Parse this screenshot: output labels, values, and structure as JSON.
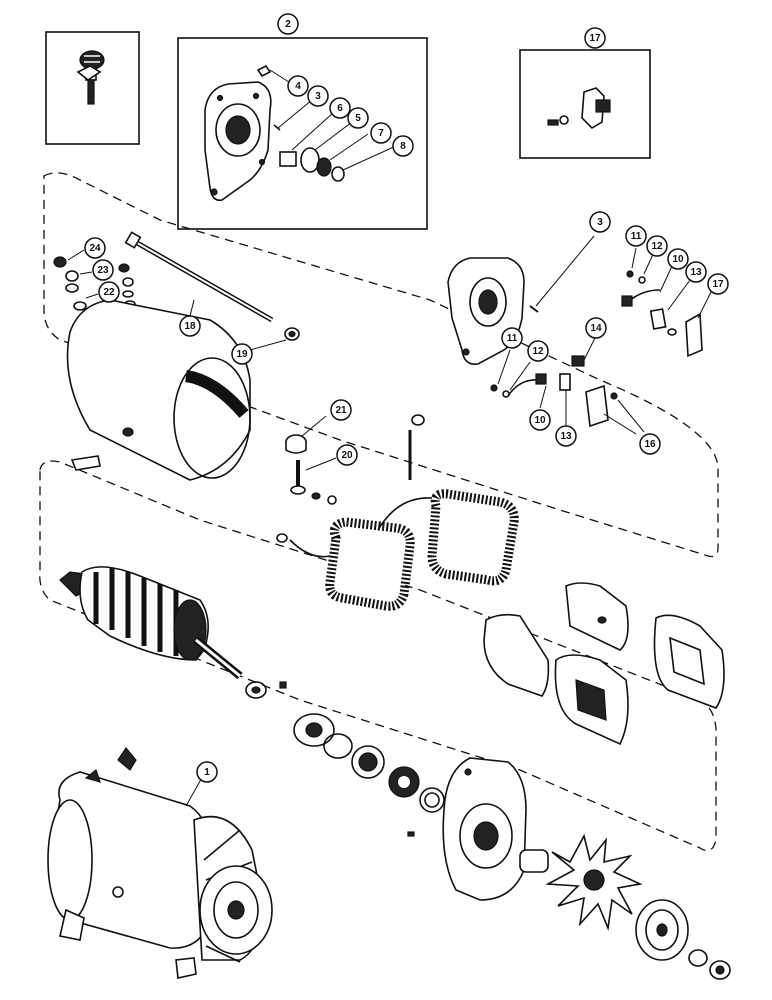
{
  "callouts": [
    {
      "id": "c1",
      "text": "1"
    },
    {
      "id": "c2",
      "text": "2"
    },
    {
      "id": "c3a",
      "text": "3"
    },
    {
      "id": "c4",
      "text": "4"
    },
    {
      "id": "c5",
      "text": "5"
    },
    {
      "id": "c6",
      "text": "6"
    },
    {
      "id": "c7",
      "text": "7"
    },
    {
      "id": "c8",
      "text": "8"
    },
    {
      "id": "c17a",
      "text": "17"
    },
    {
      "id": "c3b",
      "text": "3"
    },
    {
      "id": "c11a",
      "text": "11"
    },
    {
      "id": "c12a",
      "text": "12"
    },
    {
      "id": "c10a",
      "text": "10"
    },
    {
      "id": "c13a",
      "text": "13"
    },
    {
      "id": "c17b",
      "text": "17"
    },
    {
      "id": "c14",
      "text": "14"
    },
    {
      "id": "c11b",
      "text": "11"
    },
    {
      "id": "c12b",
      "text": "12"
    },
    {
      "id": "c10b",
      "text": "10"
    },
    {
      "id": "c13b",
      "text": "13"
    },
    {
      "id": "c16",
      "text": "16"
    },
    {
      "id": "c24",
      "text": "24"
    },
    {
      "id": "c23",
      "text": "23"
    },
    {
      "id": "c22",
      "text": "22"
    },
    {
      "id": "c18",
      "text": "18"
    },
    {
      "id": "c19",
      "text": "19"
    },
    {
      "id": "c21",
      "text": "21"
    },
    {
      "id": "c20",
      "text": "20"
    }
  ],
  "colors": {
    "ink": "#111111",
    "paper": "#ffffff"
  },
  "icons": [
    "bolt-screw-icon",
    "end-frame-icon",
    "bracket-icon",
    "generator-icon"
  ]
}
